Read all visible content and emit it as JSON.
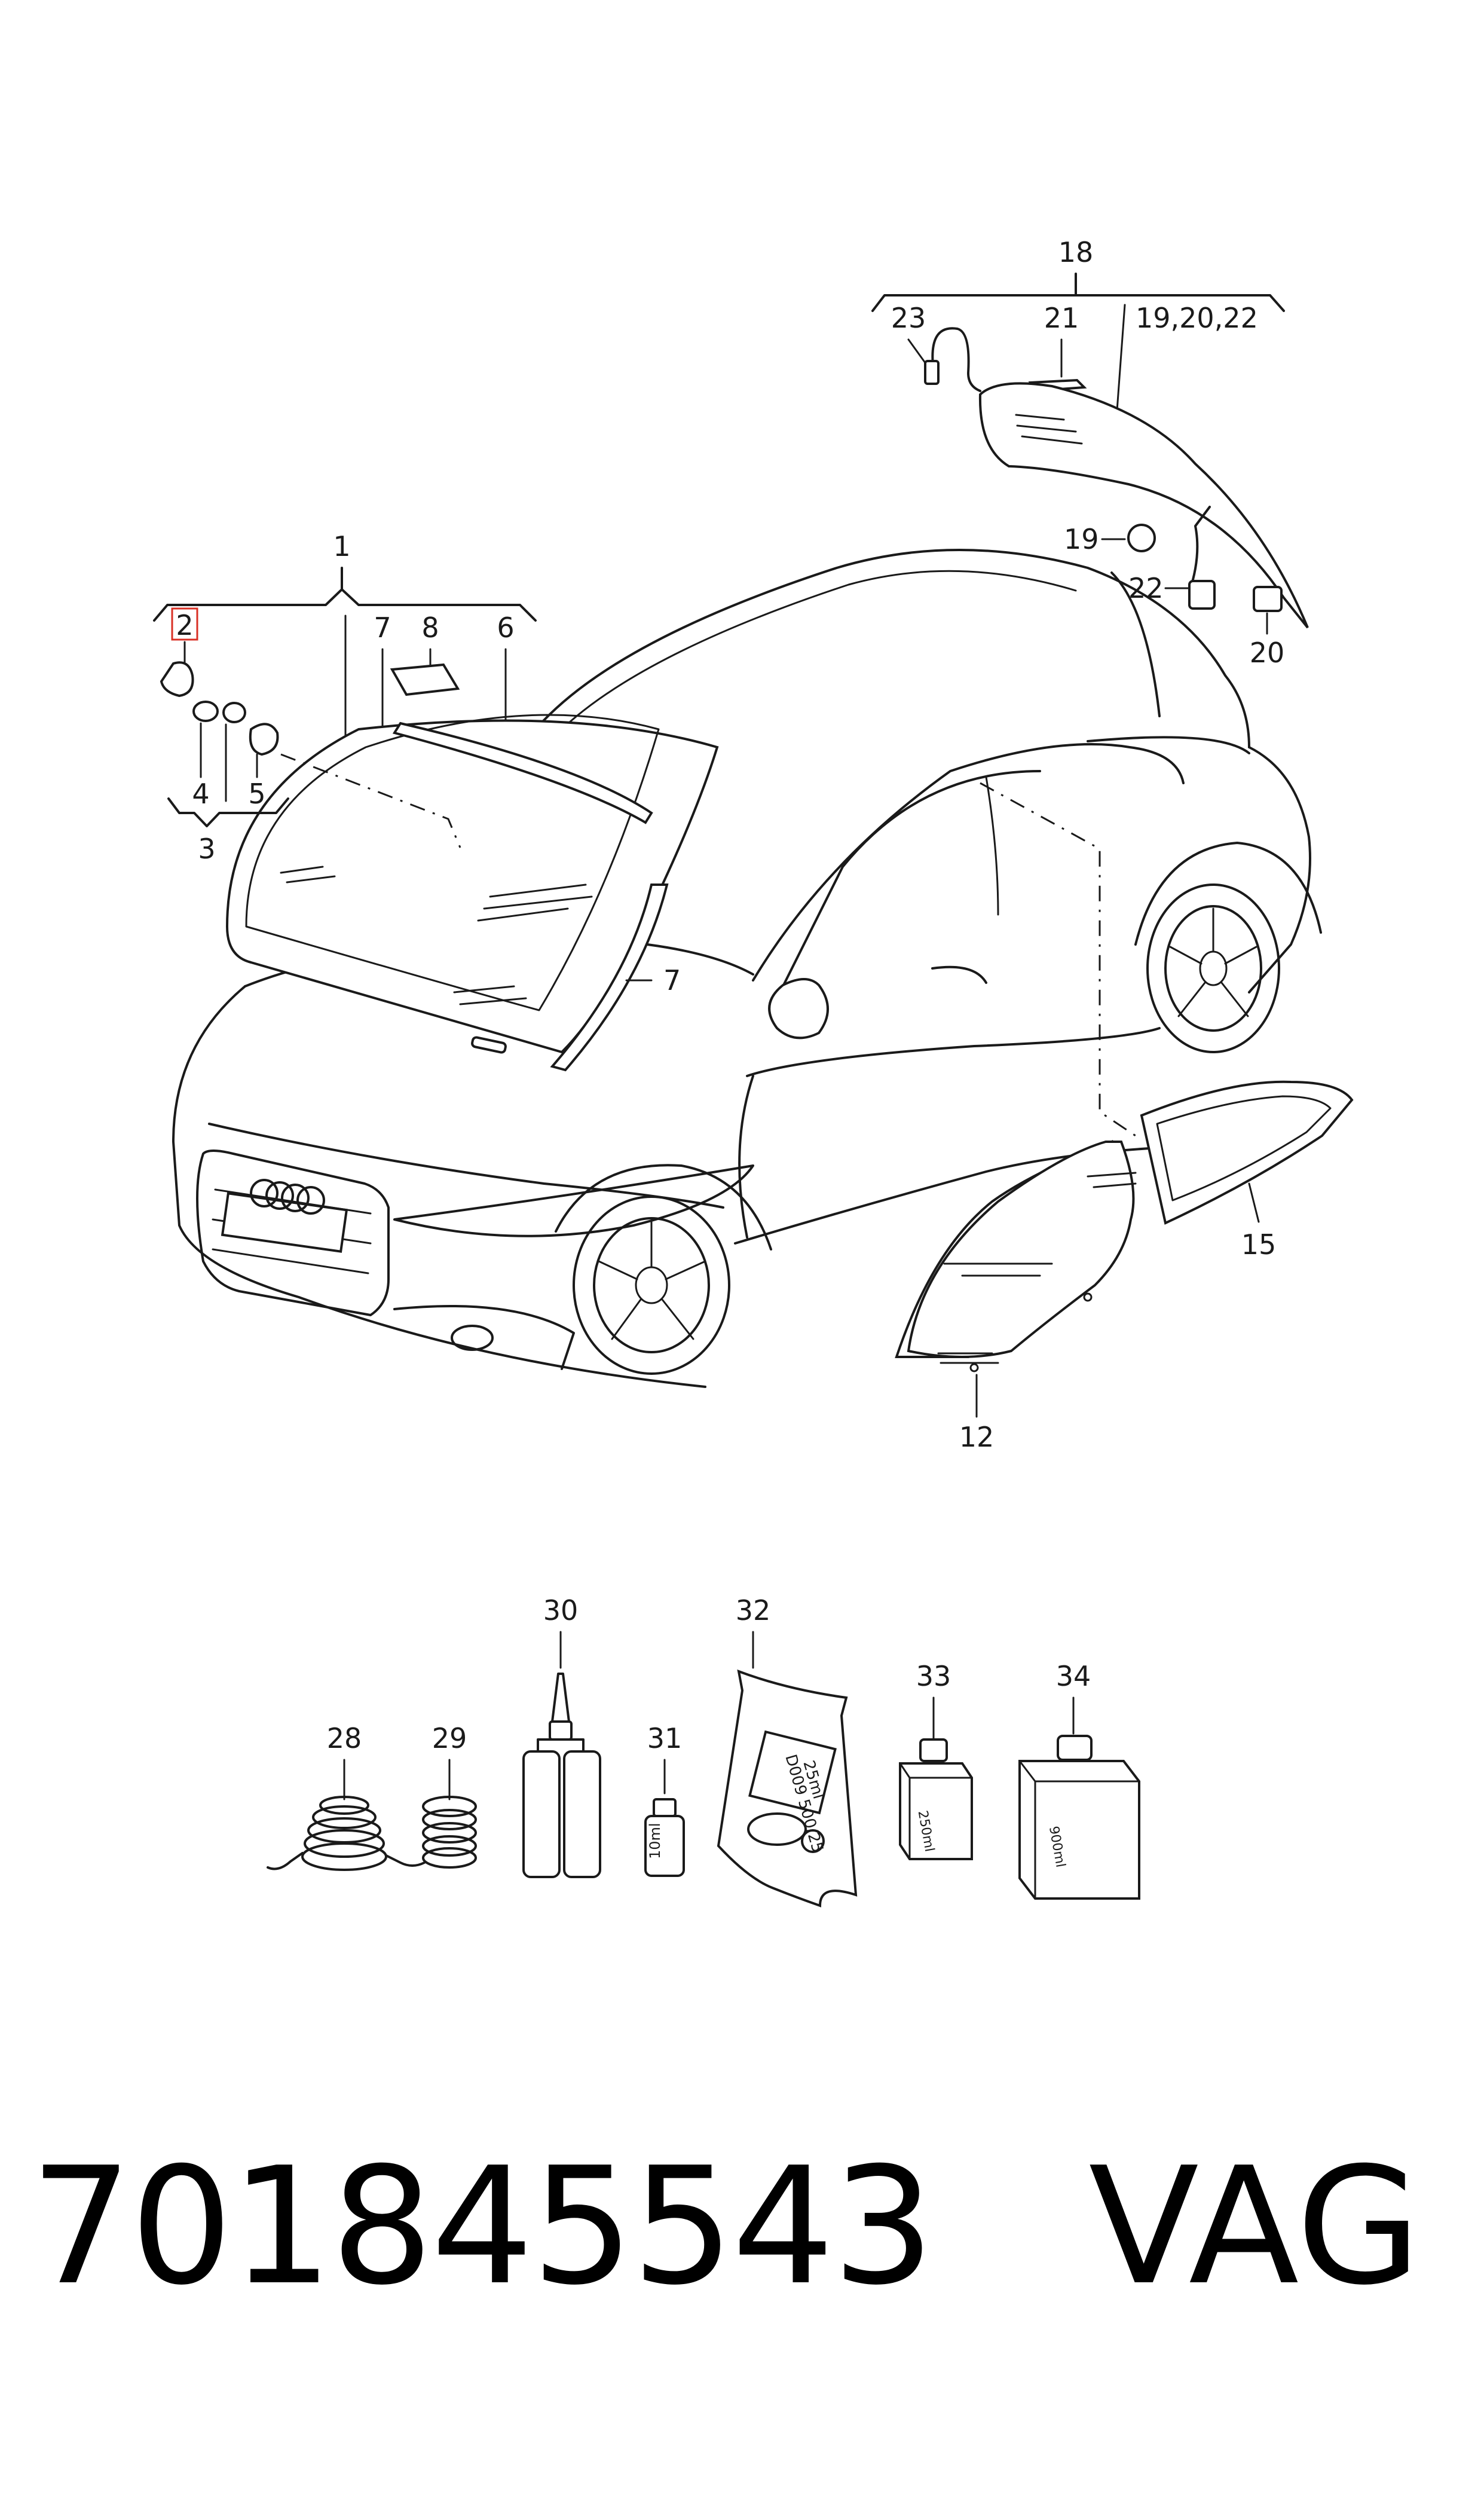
{
  "diagram": {
    "callouts": {
      "c1": "1",
      "c2": "2",
      "c3": "3",
      "c4": "4",
      "c5": "5",
      "c6": "6",
      "c7a": "7",
      "c7b": "7",
      "c8": "8",
      "c12": "12",
      "c15": "15",
      "c18": "18",
      "c19": "19",
      "c19_20_22": "19,20,22",
      "c20": "20",
      "c21": "21",
      "c22": "22",
      "c23": "23",
      "c28": "28",
      "c29": "29",
      "c30": "30",
      "c31": "31",
      "c32": "32",
      "c33": "33",
      "c34": "34"
    },
    "highlighted_callout": "2",
    "highlight_color": "#d93025",
    "product_labels": {
      "kit_line1": "D009 500/25",
      "kit_line2": "25ml",
      "bottle_small": "10ml",
      "bottle_medium": "250ml",
      "bottle_large": "900ml"
    }
  },
  "footer": {
    "part_number": "701845543",
    "brand": "VAG"
  }
}
